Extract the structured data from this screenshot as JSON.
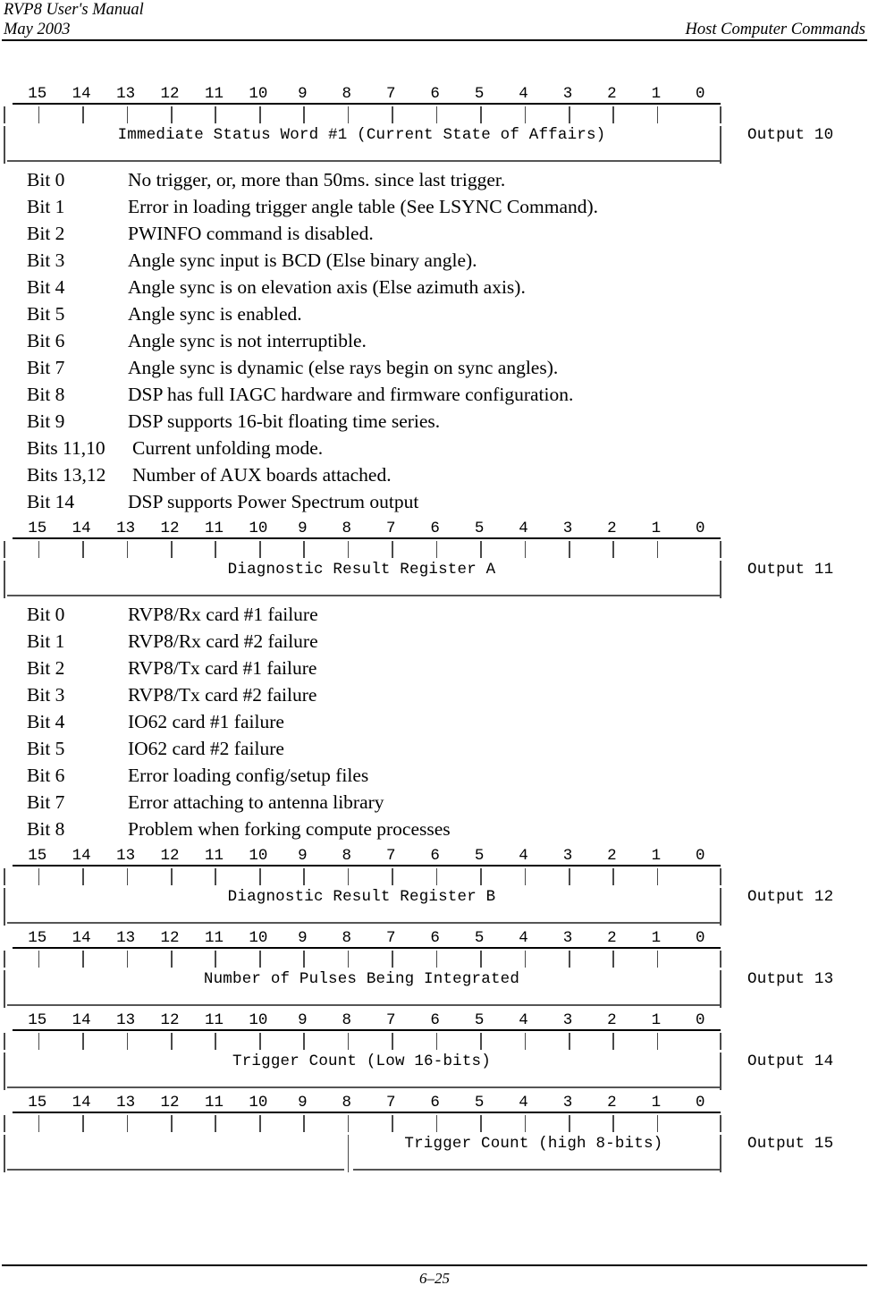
{
  "header": {
    "manual_title": "RVP8 User's Manual",
    "date": "May 2003",
    "section": "Host Computer Commands"
  },
  "footer": {
    "page_number": "6–25"
  },
  "bit_numbers": [
    "15",
    "14",
    "13",
    "12",
    "11",
    "10",
    "9",
    "8",
    "7",
    "6",
    "5",
    "4",
    "3",
    "2",
    "1",
    "0"
  ],
  "registers": [
    {
      "name": "Immediate Status Word #1 (Current State of Affairs)",
      "output": "Output 10",
      "split": false
    },
    {
      "name": "Diagnostic Result Register  A",
      "output": "Output 11",
      "split": false
    },
    {
      "name": "Diagnostic Result Register  B",
      "output": "Output 12",
      "split": false
    },
    {
      "name": "Number of Pulses Being Integrated",
      "output": "Output 13",
      "split": false
    },
    {
      "name": "Trigger Count (Low 16-bits)",
      "output": "Output 14",
      "split": false
    },
    {
      "name": "Trigger Count (high 8-bits)",
      "output": "Output 15",
      "split": true
    }
  ],
  "bitlists": {
    "status_word_1": [
      {
        "label": "Bit 0",
        "desc": "No trigger, or, more than 50ms. since last trigger."
      },
      {
        "label": "Bit 1",
        "desc": "Error in loading trigger angle table (See LSYNC Command)."
      },
      {
        "label": "Bit 2",
        "desc": "PWINFO command is disabled."
      },
      {
        "label": "Bit 3",
        "desc": "Angle sync input is BCD (Else binary angle)."
      },
      {
        "label": "Bit 4",
        "desc": "Angle sync is on elevation axis (Else azimuth axis)."
      },
      {
        "label": "Bit 5",
        "desc": "Angle sync is enabled."
      },
      {
        "label": "Bit 6",
        "desc": "Angle sync is not interruptible."
      },
      {
        "label": "Bit 7",
        "desc": "Angle sync is dynamic (else rays begin on sync angles)."
      },
      {
        "label": "Bit 8",
        "desc": "DSP has full IAGC hardware and firmware configuration."
      },
      {
        "label": "Bit 9",
        "desc": "DSP supports 16-bit floating time series."
      },
      {
        "label": "Bits 11,10",
        "desc": "Current unfolding mode."
      },
      {
        "label": "Bits 13,12",
        "desc": "Number of AUX boards attached."
      },
      {
        "label": "Bit 14",
        "desc": "DSP supports Power Spectrum output"
      }
    ],
    "diag_register_a": [
      {
        "label": "Bit 0",
        "desc": "RVP8/Rx card #1 failure"
      },
      {
        "label": "Bit 1",
        "desc": "RVP8/Rx card #2 failure"
      },
      {
        "label": "Bit 2",
        "desc": "RVP8/Tx card #1 failure"
      },
      {
        "label": "Bit 3",
        "desc": "RVP8/Tx card #2 failure"
      },
      {
        "label": "Bit 4",
        "desc": "IO62 card #1 failure"
      },
      {
        "label": "Bit 5",
        "desc": "IO62 card #2 failure"
      },
      {
        "label": "Bit 6",
        "desc": "Error loading config/setup files"
      },
      {
        "label": "Bit 7",
        "desc": "Error attaching to antenna library"
      },
      {
        "label": "Bit 8",
        "desc": "Problem when forking compute processes"
      }
    ]
  }
}
